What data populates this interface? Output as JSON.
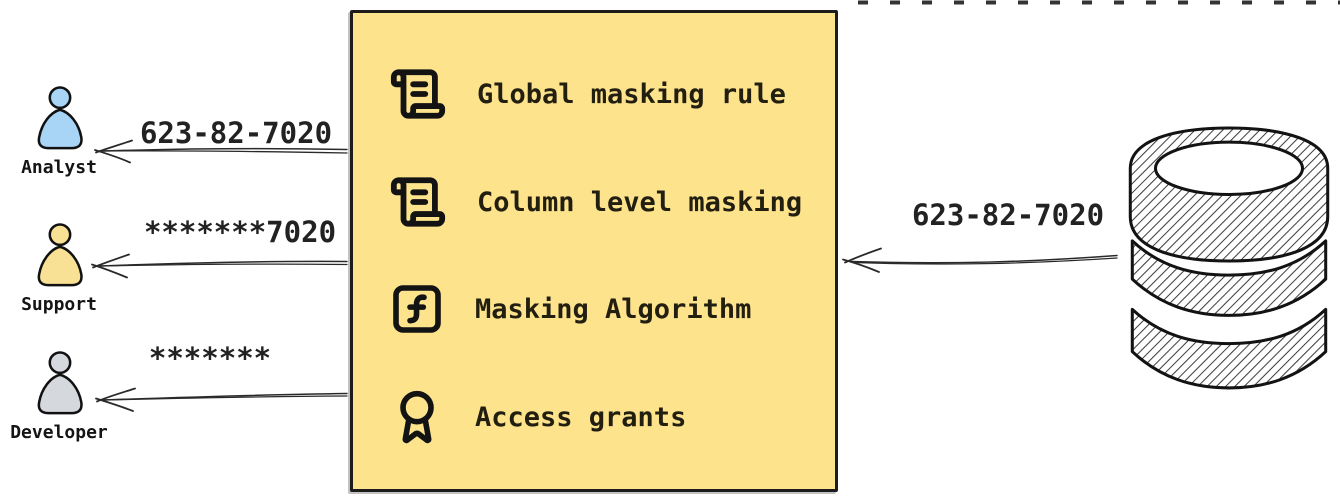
{
  "diagram": {
    "source": {
      "icon": "database-icon",
      "label_value": "623-82-7020"
    },
    "masking_box": {
      "fill": "#FCE38C",
      "border_color": "#1c1c1c",
      "items": [
        {
          "icon": "scroll-text-icon",
          "label": "Global masking rule"
        },
        {
          "icon": "scroll-text-icon",
          "label": "Column level masking"
        },
        {
          "icon": "function-square-icon",
          "label": "Masking Algorithm"
        },
        {
          "icon": "award-icon",
          "label": "Access grants"
        }
      ]
    },
    "consumers": [
      {
        "name": "Analyst",
        "received_value": "623-82-7020",
        "color": "#A8D4F6"
      },
      {
        "name": "Support",
        "received_value": "*******7020",
        "color": "#F8E095"
      },
      {
        "name": "Developer",
        "received_value": "*******",
        "color": "#D5D8DD"
      }
    ]
  }
}
